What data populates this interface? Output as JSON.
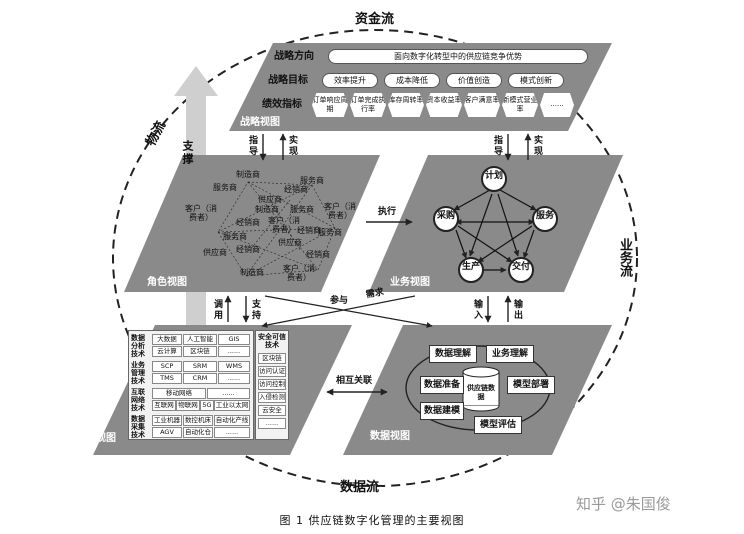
{
  "flows": {
    "capital": "资金流",
    "business": "业务流",
    "data": "数据流",
    "logistics": "物流"
  },
  "support_arrow": "支撑",
  "strategy": {
    "view_title": "战略视图",
    "direction_label": "战略方向",
    "direction_value": "面向数字化转型中的供应链竞争优势",
    "goals_label": "战略目标",
    "goals": [
      "效率提升",
      "成本降低",
      "价值创造",
      "模式创新"
    ],
    "kpi_label": "绩效指标",
    "kpis": [
      "订单响应周期",
      "订单完成执行率",
      "库存周转率",
      "资本收益率",
      "客户满意率",
      "新模式营业率",
      "......"
    ]
  },
  "role": {
    "view_title": "角色视图",
    "nodes": [
      "制造商",
      "服务商",
      "服务商",
      "客户（消费者）",
      "供应商",
      "制造商",
      "经销商",
      "客户（消费者）",
      "经销商",
      "客户（消费者）",
      "服务商",
      "服务商",
      "经销商",
      "供应商",
      "经销商",
      "制造商",
      "客户（消费者）",
      "服务商",
      "供应商",
      "经销商"
    ]
  },
  "business": {
    "view_title": "业务视图",
    "nodes": [
      "计划",
      "采购",
      "服务",
      "生产",
      "交付"
    ]
  },
  "tech": {
    "view_title": "技术视图",
    "rows": [
      {
        "label": "数据分析技术",
        "items": [
          "大数据",
          "人工智能",
          "GIS",
          "云计算",
          "区块链",
          "......"
        ]
      },
      {
        "label": "业务管理技术",
        "items": [
          "SCP",
          "SRM",
          "WMS",
          "TMS",
          "CRM",
          "......"
        ]
      },
      {
        "label": "互联网络技术",
        "items": [
          "移动网络",
          "互联网",
          "物联网",
          "5G",
          "工业以太网",
          "......"
        ]
      },
      {
        "label": "数据采集技术",
        "items": [
          "工业机器人",
          "数控机床",
          "自动化产线",
          "AGV",
          "自动化仓库",
          "......"
        ]
      }
    ],
    "security_title": "安全可信技术",
    "security_items": [
      "区块链",
      "访问认证",
      "访问控制",
      "入侵检测",
      "云安全",
      "......"
    ]
  },
  "data_view": {
    "view_title": "数据视图",
    "center": "供应链数据",
    "steps": [
      "数据理解",
      "业务理解",
      "数据准备",
      "模型部署",
      "数据建模",
      "模型评估"
    ]
  },
  "links": {
    "guide1": "指导",
    "realize1": "实现",
    "guide2": "指导",
    "realize2": "实现",
    "execute": "执行",
    "call": "调用",
    "support": "支持",
    "participate": "参与",
    "demand": "需求",
    "input": "输入",
    "output": "输出",
    "correlate": "相互关联"
  },
  "caption": "图 1   供应链数字化管理的主要视图",
  "watermark": "知乎 @朱国俊"
}
